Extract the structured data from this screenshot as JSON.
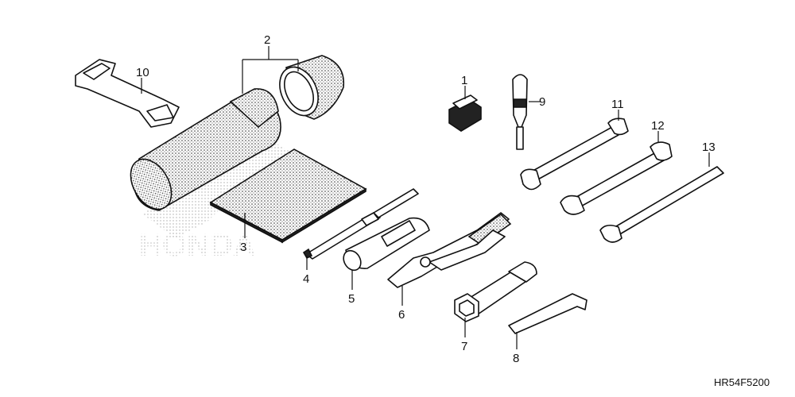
{
  "diagram": {
    "callouts": [
      {
        "id": "1",
        "label": "1"
      },
      {
        "id": "2",
        "label": "2"
      },
      {
        "id": "3",
        "label": "3"
      },
      {
        "id": "4",
        "label": "4"
      },
      {
        "id": "5",
        "label": "5"
      },
      {
        "id": "6",
        "label": "6"
      },
      {
        "id": "7",
        "label": "7"
      },
      {
        "id": "8",
        "label": "8"
      },
      {
        "id": "9",
        "label": "9"
      },
      {
        "id": "10",
        "label": "10"
      },
      {
        "id": "11",
        "label": "11"
      },
      {
        "id": "12",
        "label": "12"
      },
      {
        "id": "13",
        "label": "13"
      }
    ],
    "watermark": "HONDA",
    "diagram_code": "HR54F5200"
  }
}
